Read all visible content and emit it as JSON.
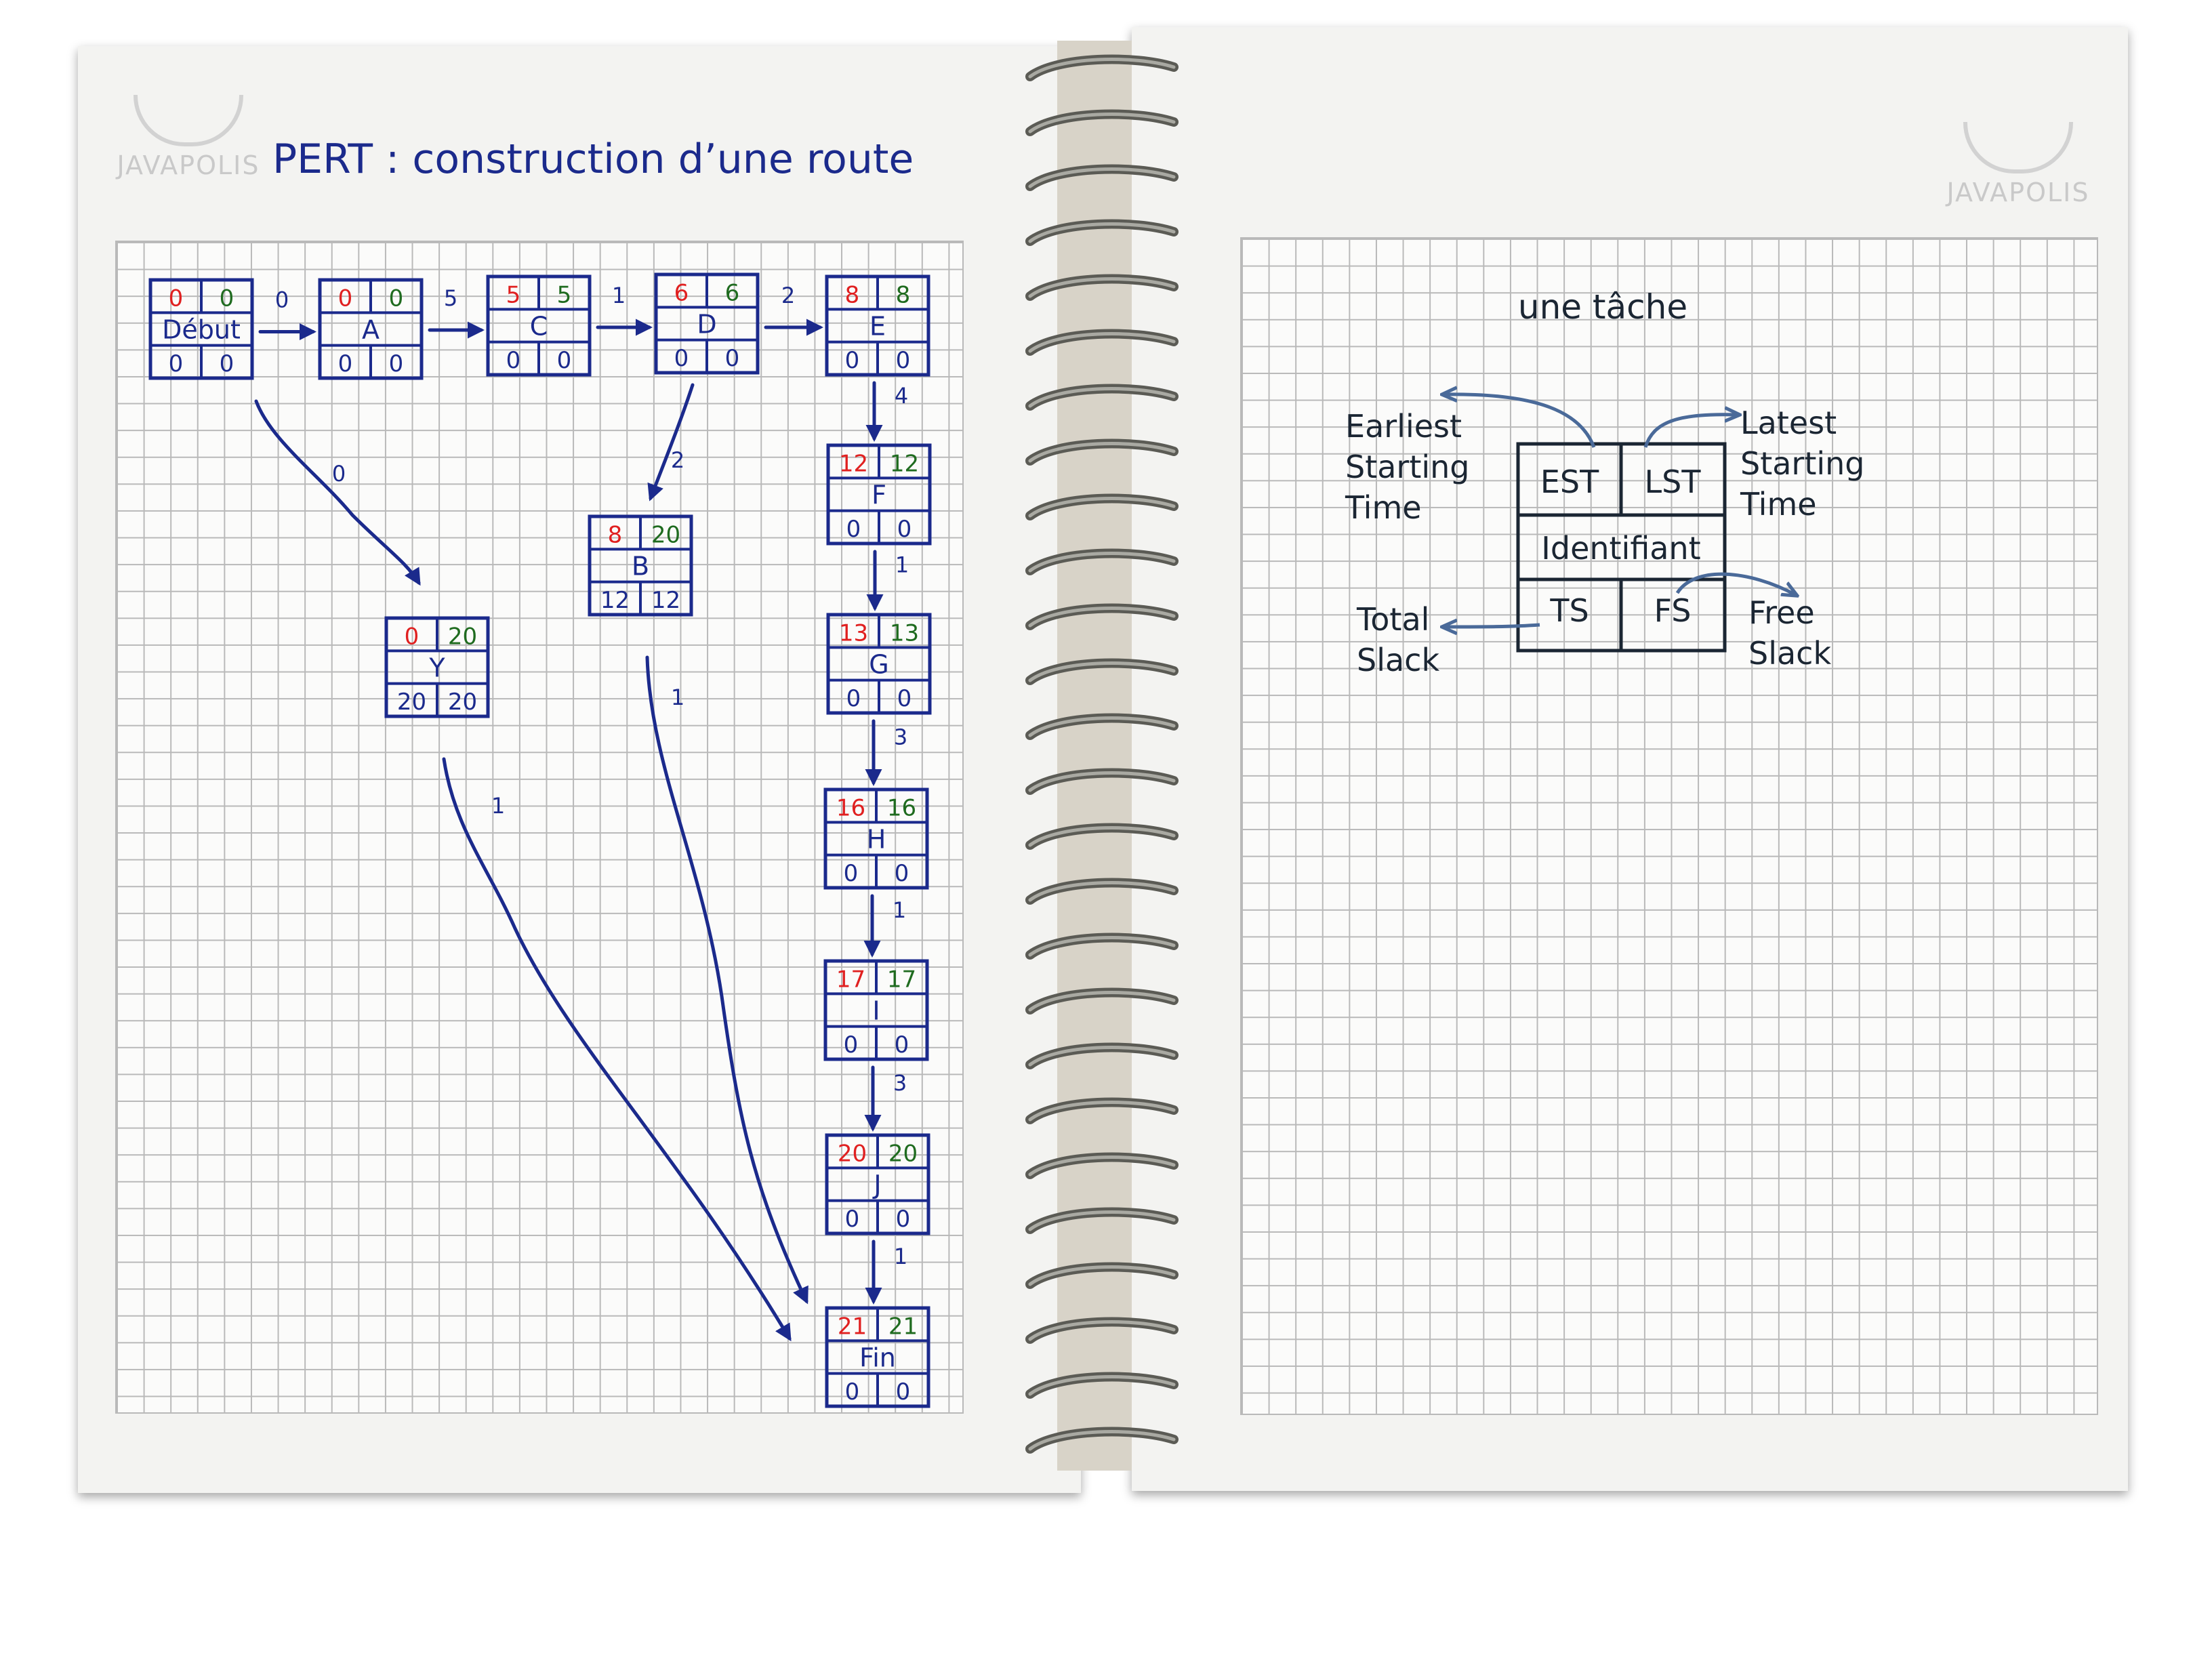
{
  "left_page": {
    "title": "PERT : construction d’une route",
    "logo_text": "JAVAPOLIS",
    "tasks": [
      {
        "id": "Debut",
        "name": "Début",
        "est": "0",
        "lst": "0",
        "ts": "0",
        "fs": "0"
      },
      {
        "id": "A",
        "name": "A",
        "est": "0",
        "lst": "0",
        "ts": "0",
        "fs": "0"
      },
      {
        "id": "C",
        "name": "C",
        "est": "5",
        "lst": "5",
        "ts": "0",
        "fs": "0"
      },
      {
        "id": "D",
        "name": "D",
        "est": "6",
        "lst": "6",
        "ts": "0",
        "fs": "0"
      },
      {
        "id": "E",
        "name": "E",
        "est": "8",
        "lst": "8",
        "ts": "0",
        "fs": "0"
      },
      {
        "id": "F",
        "name": "F",
        "est": "12",
        "lst": "12",
        "ts": "0",
        "fs": "0"
      },
      {
        "id": "B",
        "name": "B",
        "est": "8",
        "lst": "20",
        "ts": "12",
        "fs": "12"
      },
      {
        "id": "Y",
        "name": "Y",
        "est": "0",
        "lst": "20",
        "ts": "20",
        "fs": "20"
      },
      {
        "id": "G",
        "name": "G",
        "est": "13",
        "lst": "13",
        "ts": "0",
        "fs": "0"
      },
      {
        "id": "H",
        "name": "H",
        "est": "16",
        "lst": "16",
        "ts": "0",
        "fs": "0"
      },
      {
        "id": "I",
        "name": "I",
        "est": "17",
        "lst": "17",
        "ts": "0",
        "fs": "0"
      },
      {
        "id": "J",
        "name": "J",
        "est": "20",
        "lst": "20",
        "ts": "0",
        "fs": "0"
      },
      {
        "id": "Fin",
        "name": "Fin",
        "est": "21",
        "lst": "21",
        "ts": "0",
        "fs": "0"
      }
    ],
    "edges": [
      {
        "from": "Debut",
        "to": "A",
        "duration": "0"
      },
      {
        "from": "A",
        "to": "C",
        "duration": "5"
      },
      {
        "from": "C",
        "to": "D",
        "duration": "1"
      },
      {
        "from": "D",
        "to": "E",
        "duration": "2"
      },
      {
        "from": "E",
        "to": "F",
        "duration": "4"
      },
      {
        "from": "F",
        "to": "G",
        "duration": "1"
      },
      {
        "from": "G",
        "to": "H",
        "duration": "3"
      },
      {
        "from": "H",
        "to": "I",
        "duration": "1"
      },
      {
        "from": "I",
        "to": "J",
        "duration": "3"
      },
      {
        "from": "J",
        "to": "Fin",
        "duration": "1"
      },
      {
        "from": "Debut",
        "to": "Y",
        "duration": "0"
      },
      {
        "from": "D",
        "to": "B",
        "duration": "2"
      },
      {
        "from": "B",
        "to": "Fin",
        "duration": "1"
      },
      {
        "from": "Y",
        "to": "Fin",
        "duration": "1"
      }
    ]
  },
  "right_page": {
    "heading": "une tâche",
    "logo_text": "JAVAPOLIS",
    "legend": {
      "est": "EST",
      "lst": "LST",
      "identifier": "Identifiant",
      "ts": "TS",
      "fs": "FS",
      "earliest": [
        "Earliest",
        "Starting",
        "Time"
      ],
      "latest": [
        "Latest",
        "Starting",
        "Time"
      ],
      "total_slack": [
        "Total",
        "Slack"
      ],
      "free_slack": [
        "Free",
        "Slack"
      ]
    }
  },
  "colors": {
    "ink": "#1b2a8c",
    "est": "#e02020",
    "lst": "#1f6b1f",
    "legend_ink": "#1b2633",
    "arrow_legend": "#4a6a99"
  }
}
